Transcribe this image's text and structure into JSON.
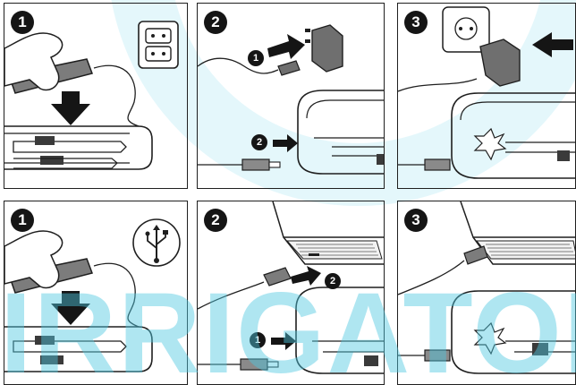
{
  "watermark": {
    "text": "IRRIGATOR.I"
  },
  "panels": [
    {
      "step": "1",
      "icon": "power-outlet-icon"
    },
    {
      "step": "2",
      "sub_steps": [
        "1",
        "2"
      ]
    },
    {
      "step": "3"
    },
    {
      "step": "1",
      "icon": "usb-icon"
    },
    {
      "step": "2",
      "sub_steps": [
        "2",
        "1"
      ]
    },
    {
      "step": "3"
    }
  ],
  "colors": {
    "outline": "#1f1f1f",
    "handle": "#7c7c7c",
    "watermark": "#4fc9e2",
    "badge": "#151515"
  }
}
